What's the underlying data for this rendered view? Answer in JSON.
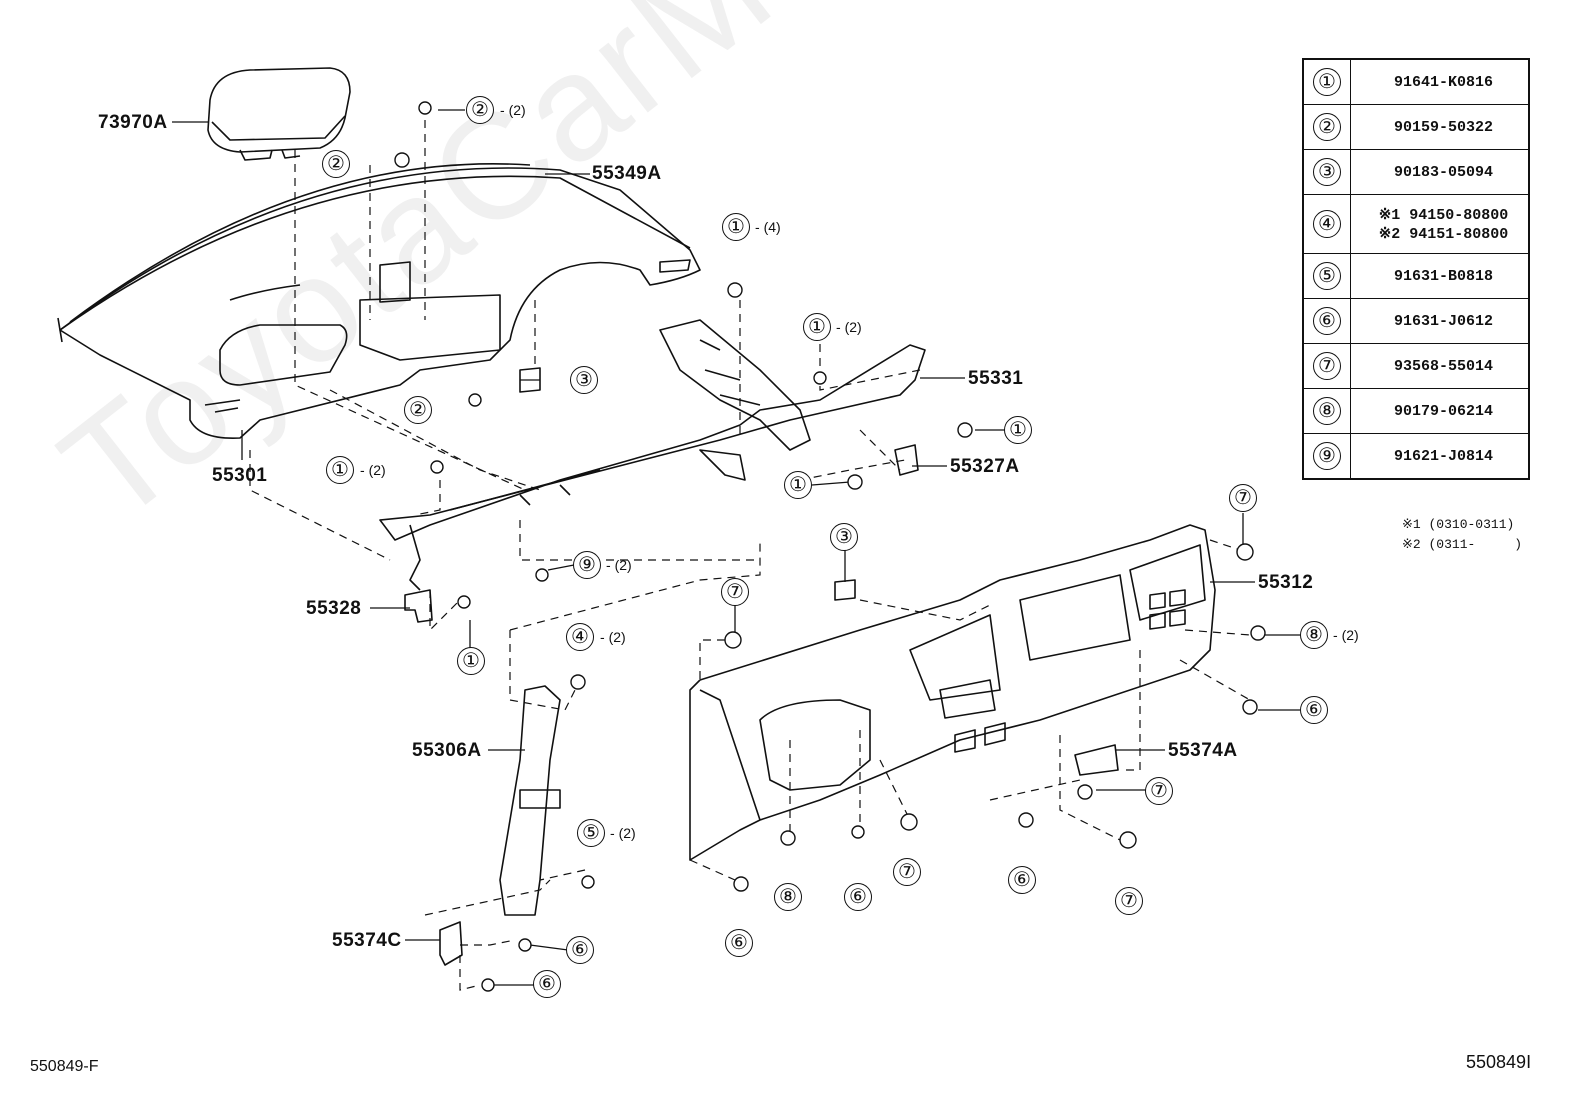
{
  "watermark": "ToyotaCarMine.ru",
  "part_labels": {
    "p73970A": "73970A",
    "p55349A": "55349A",
    "p55301": "55301",
    "p55331": "55331",
    "p55327A": "55327A",
    "p55328": "55328",
    "p55312": "55312",
    "p55306A": "55306A",
    "p55374A": "55374A",
    "p55374C": "55374C"
  },
  "callouts": [
    {
      "ref": "②",
      "qty": "(2)"
    },
    {
      "ref": "②",
      "qty": ""
    },
    {
      "ref": "②",
      "qty": ""
    },
    {
      "ref": "③",
      "qty": ""
    },
    {
      "ref": "①",
      "qty": "(4)"
    },
    {
      "ref": "①",
      "qty": "(2)"
    },
    {
      "ref": "①",
      "qty": ""
    },
    {
      "ref": "①",
      "qty": ""
    },
    {
      "ref": "①",
      "qty": "(2)"
    },
    {
      "ref": "⑨",
      "qty": "(2)"
    },
    {
      "ref": "①",
      "qty": ""
    },
    {
      "ref": "④",
      "qty": "(2)"
    },
    {
      "ref": "⑤",
      "qty": "(2)"
    },
    {
      "ref": "⑥",
      "qty": ""
    },
    {
      "ref": "⑥",
      "qty": ""
    },
    {
      "ref": "⑦",
      "qty": ""
    },
    {
      "ref": "③",
      "qty": ""
    },
    {
      "ref": "⑦",
      "qty": ""
    },
    {
      "ref": "⑧",
      "qty": "(2)"
    },
    {
      "ref": "⑥",
      "qty": ""
    },
    {
      "ref": "⑦",
      "qty": ""
    },
    {
      "ref": "⑧",
      "qty": ""
    },
    {
      "ref": "⑥",
      "qty": ""
    },
    {
      "ref": "⑦",
      "qty": ""
    },
    {
      "ref": "⑥",
      "qty": ""
    },
    {
      "ref": "⑦",
      "qty": ""
    },
    {
      "ref": "⑥",
      "qty": ""
    }
  ],
  "legend": [
    {
      "num": "①",
      "part": "91641-K0816"
    },
    {
      "num": "②",
      "part": "90159-50322"
    },
    {
      "num": "③",
      "part": "90183-05094"
    },
    {
      "num": "④",
      "part": "※1 94150-80800",
      "part2": "※2 94151-80800"
    },
    {
      "num": "⑤",
      "part": "91631-B0818"
    },
    {
      "num": "⑥",
      "part": "91631-J0612"
    },
    {
      "num": "⑦",
      "part": "93568-55014"
    },
    {
      "num": "⑧",
      "part": "90179-06214"
    },
    {
      "num": "⑨",
      "part": "91621-J0814"
    }
  ],
  "notes": {
    "n1": "※1 (0310-0311)",
    "n2": "※2 (0311-     )"
  },
  "footer": {
    "left": "550849-F",
    "right": "550849I"
  }
}
